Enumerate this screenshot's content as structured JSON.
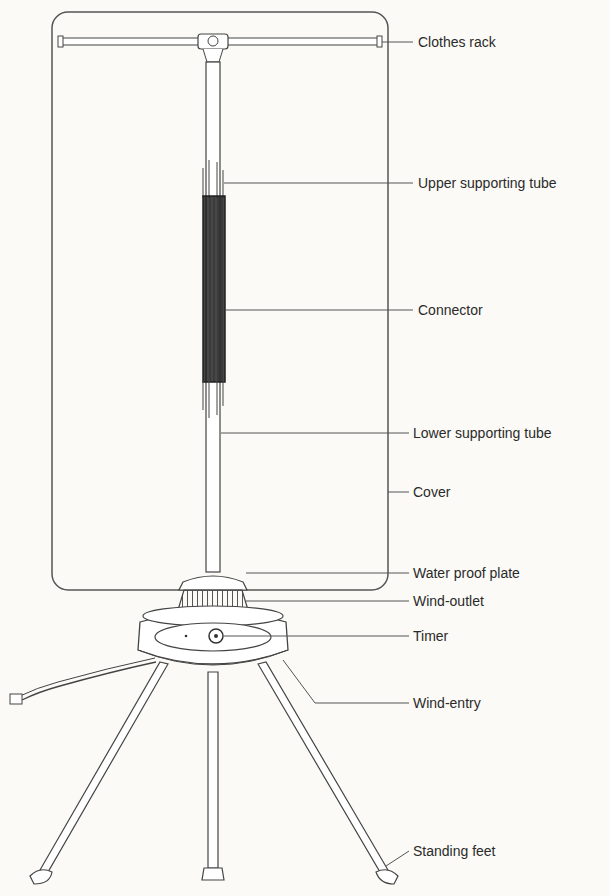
{
  "diagram": {
    "labels": [
      "Clothes rack",
      "Upper supporting tube",
      "Connector",
      "Lower supporting tube",
      "Cover",
      "Water proof plate",
      "Wind-outlet",
      "Timer",
      "Wind-entry",
      "Standing feet"
    ]
  }
}
